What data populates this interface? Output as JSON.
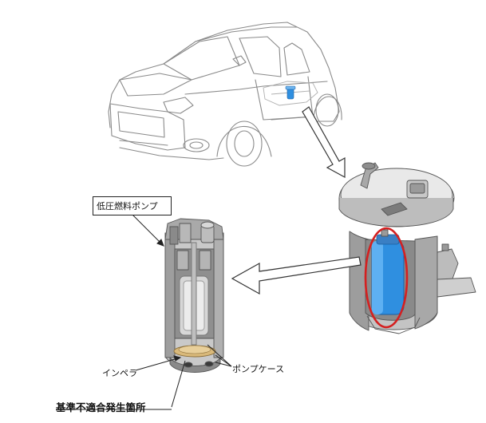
{
  "labels": {
    "low_pressure_pump": "低圧燃料ポンプ",
    "impeller": "インペラ",
    "pump_case": "ポンプケース",
    "defect_location": "基準不適合発生箇所"
  },
  "colors": {
    "line": "#777777",
    "dark_line": "#222222",
    "pump_blue": "#2f8fe0",
    "highlight_red": "#d42020",
    "metal_light": "#e4e4e4",
    "metal_mid": "#a9a9a9",
    "metal_dark": "#6e6e6e",
    "impeller_gold": "#d9b97a"
  }
}
